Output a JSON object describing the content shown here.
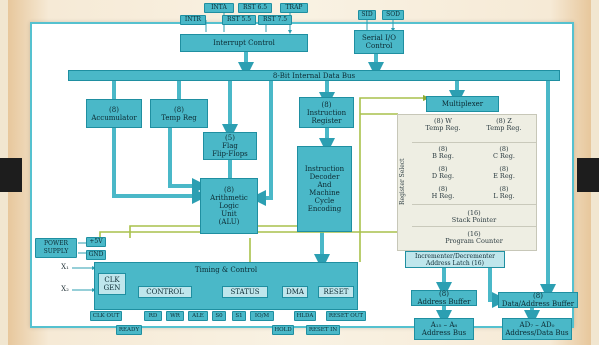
{
  "top_pins": [
    "INTA",
    "RST 6.5",
    "TRAP",
    "INTR",
    "RST 5.5",
    "RST 7.5",
    "SID",
    "SOD"
  ],
  "blocks": {
    "interrupt_control": "Interrupt Control",
    "serial_io": "Serial I/O\nControl",
    "bus": "8-Bit Internal Data Bus",
    "accumulator": "(8)\nAccumulator",
    "temp_reg": "(8)\nTemp Reg",
    "instruction_register": "(8)\nInstruction\nRegister",
    "multiplexer": "Multiplexer",
    "flag": "(5)\nFlag\nFlip-Flops",
    "alu": "(8)\nArithmetic\nLogic\nUnit\n(ALU)",
    "decoder": "Instruction\nDecoder\nAnd\nMachine\nCycle\nEncoding",
    "timing": "Timing & Control",
    "clk_gen": "CLK\nGEN",
    "control": "CONTROL",
    "status": "STATUS",
    "dma": "DMA",
    "reset": "RESET",
    "address_buffer": "(8)\nAddress Buffer",
    "data_address_buffer": "(8)\nData/Address Buffer",
    "power_supply": "POWER\nSUPPLY",
    "plus5v": "+5V",
    "gnd": "GND"
  },
  "registers": {
    "register_select": "Register Select",
    "w": "(8) W\nTemp Reg.",
    "z": "(8) Z\nTemp Reg.",
    "b": "(8)\nB Reg.",
    "c": "(8)\nC Reg.",
    "d": "(8)\nD Reg.",
    "e": "(8)\nE Reg.",
    "h": "(8)\nH Reg.",
    "l": "(8)\nL Reg.",
    "stack_pointer": "(16)\nStack Pointer",
    "program_counter": "(16)\nProgram Counter",
    "inc_dec": "Incrementer/Decrementer\nAddress Latch (16)"
  },
  "pins": {
    "x1": "X₁",
    "x2": "X₂",
    "clk_out": "CLK OUT",
    "ready": "READY",
    "rd": "RD",
    "wr": "WR",
    "ale": "ALE",
    "s0": "S0",
    "s1": "S1",
    "io_m": "IO/M",
    "hold": "HOLD",
    "hlda": "HLDA",
    "reset_in": "RESET IN",
    "reset_out": "RESET OUT"
  },
  "outputs": {
    "address_bus": "A₁₅ – A₈\nAddress Bus",
    "data_bus": "AD₇ – AD₀\nAddress/Data Bus"
  }
}
